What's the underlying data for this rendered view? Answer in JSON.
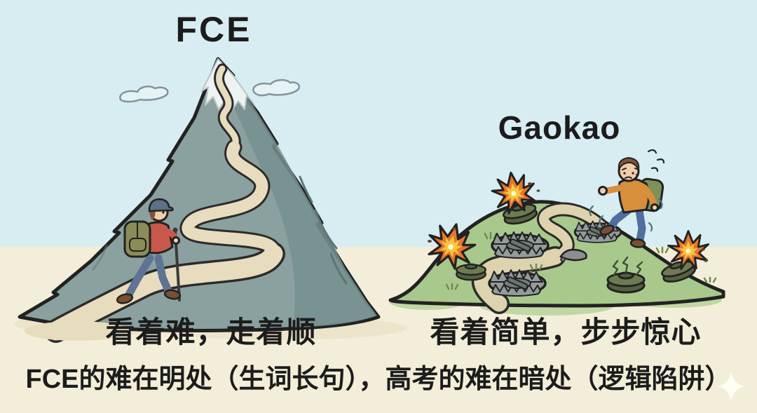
{
  "titles": {
    "left": "FCE",
    "right": "Gaokao"
  },
  "captions": {
    "left": "看着难，走着顺",
    "right": "看着简单，步步惊心",
    "bottom": "FCE的难在明处（生词长句），高考的难在暗处（逻辑陷阱）"
  },
  "scene": {
    "left_panel": "hiker climbing tall snow-capped mountain on winding switchback trail",
    "right_panel": "worried climber on small green hill with bear traps, land mines and explosions",
    "bear_traps": 3,
    "land_mines": 4,
    "explosions": 3,
    "clouds": 2,
    "sparkle": 1
  },
  "colors": {
    "sky": "#d8edf1",
    "ground": "#f3eed9",
    "groundShadow": "#e8e0c5",
    "outline": "#222222",
    "text": "#1c1c1c",
    "mountain": "#8ba19f",
    "mountainShade": "#76908f",
    "mountainCrack": "#5d7574",
    "snow": "#eef3f2",
    "trail": "#e7dcbd",
    "trailEdge": "#2b2b2b",
    "cloudLine": "#84939a",
    "hill": "#a9c88c",
    "hillLight": "#c0d7a4",
    "hillPath": "#ddd3ae",
    "grassTick": "#6f8a55",
    "trapMetal": "#939c9a",
    "trapDark": "#747f7c",
    "mine": "#556140",
    "mineTop": "#6e7b52",
    "boomOuter": "#e8752a",
    "boomInner": "#f7c73e",
    "skin": "#f2cda9",
    "hair": "#7d563a",
    "capBlue": "#5a7187",
    "jacket": "#c7584a",
    "packOlive": "#8a8d58",
    "jeans": "#5f7494",
    "shoes": "#7b4f33",
    "sweater": "#d78f3e",
    "climberPack": "#7c9258",
    "climberJeans": "#4f6f9e",
    "sparkle": "#fffef6"
  }
}
